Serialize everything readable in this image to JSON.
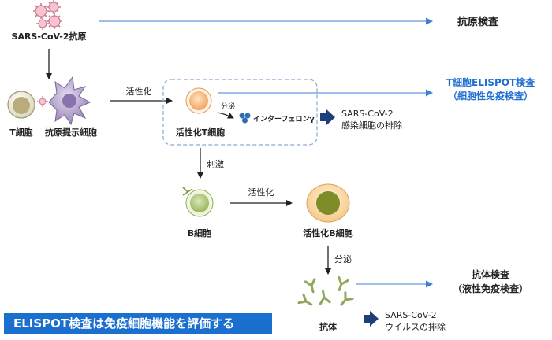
{
  "labels": {
    "antigen": "SARS-CoV-2抗原",
    "t_cell": "T細胞",
    "apc": "抗原提示細胞",
    "activation_1": "活性化",
    "activated_t": "活性化T細胞",
    "secretion_1": "分泌",
    "interferon": "インターフェロンγ",
    "elimination_infected": [
      "SARS-CoV-2",
      "感染細胞の排除"
    ],
    "stimulation": "刺激",
    "b_cell": "B細胞",
    "activation_2": "活性化",
    "activated_b": "活性化B細胞",
    "secretion_2": "分泌",
    "antibody": "抗体",
    "elimination_virus": [
      "SARS-CoV-2",
      "ウイルスの排除"
    ]
  },
  "tests": {
    "antigen_test": "抗原検査",
    "t_elispot": [
      "T細胞ELISPOT検査",
      "（細胞性免疫検査）"
    ],
    "antibody_test": [
      "抗体検査",
      "（液性免疫検査）"
    ]
  },
  "banner": "ELISPOT検査は免疫細胞機能を評価する",
  "colors": {
    "accent_blue": "#1f6fd0",
    "banner_bg": "#1a6fcf",
    "arrow_dark": "#1f3f7a",
    "virus_pink": "#e9a5b8",
    "apc_purple": "#9d8ab8",
    "t_cell_nucleus": "#b8ad7a",
    "activated_t_orange": "#f0a264",
    "b_cell_green": "#a3c063",
    "activated_b_nucleus": "#7e8c2a",
    "antibody_green": "#8ea95a"
  }
}
